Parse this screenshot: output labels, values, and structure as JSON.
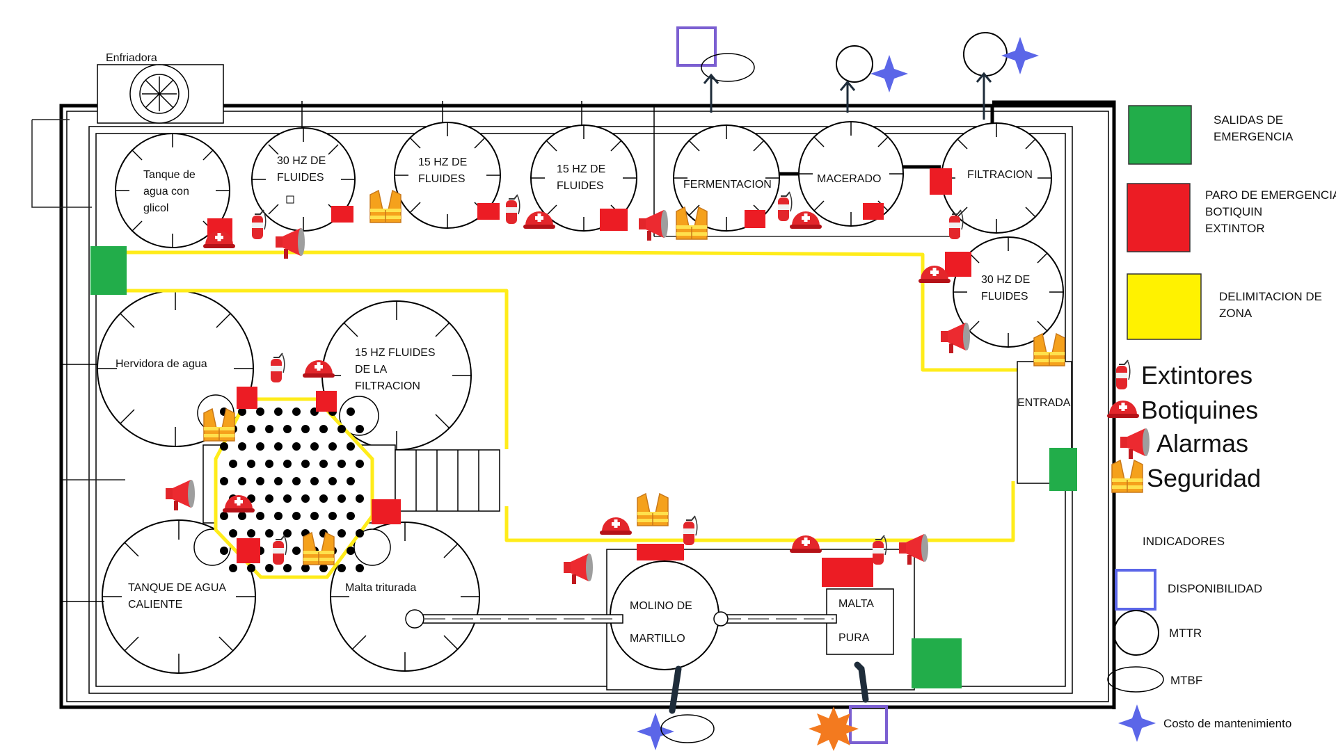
{
  "colors": {
    "emergency_exit": "#22ad4a",
    "emergency_stop": "#ec1c24",
    "zone_limit": "#fff200",
    "availability": "#7b5fd1",
    "maintenance_cost": "#5b66e8",
    "orange_star": "#f37a1f"
  },
  "equipment": {
    "enfriadora": "Enfriadora",
    "tanque_glicol": [
      "Tanque de",
      "agua con",
      "glicol"
    ],
    "hz30_a": [
      "30 HZ DE",
      "FLUIDES"
    ],
    "hz15_a": [
      "15 HZ DE",
      "FLUIDES"
    ],
    "hz15_b": [
      "15 HZ DE",
      "FLUIDES"
    ],
    "fermentacion": "FERMENTACION",
    "macerado": "MACERADO",
    "filtracion": "FILTRACION",
    "hz30_b": [
      "30 HZ DE",
      "FLUIDES"
    ],
    "hervidora": "Hervidora de agua",
    "hz15_filtracion": [
      "15 HZ FLUIDES",
      "DE LA",
      "FILTRACION"
    ],
    "entrada": "ENTRADA",
    "tanque_caliente": [
      "TANQUE DE AGUA",
      "CALIENTE"
    ],
    "malta_triturada": "Malta triturada",
    "molino": [
      "MOLINO DE",
      "MARTILLO"
    ],
    "malta_pura": [
      "MALTA",
      "PURA"
    ]
  },
  "legend": {
    "exits": [
      "SALIDAS DE",
      "EMERGENCIA"
    ],
    "stop": [
      "PARO DE EMERGENCIA",
      "BOTIQUIN",
      "EXTINTOR"
    ],
    "zone": [
      "DELIMITACION DE",
      "ZONA"
    ],
    "extintores": "Extintores",
    "botiquines": "Botiquines",
    "alarmas": "Alarmas",
    "seguridad": "Seguridad"
  },
  "indicators": {
    "title": "INDICADORES",
    "disponibilidad": "DISPONIBILIDAD",
    "mttr": "MTTR",
    "mtbf": "MTBF",
    "costo": "Costo de mantenimiento"
  },
  "icons": {
    "extinguisher": "fire-extinguisher-icon",
    "first_aid": "first-aid-helmet-icon",
    "alarm": "megaphone-alarm-icon",
    "safety": "safety-vest-icon"
  }
}
